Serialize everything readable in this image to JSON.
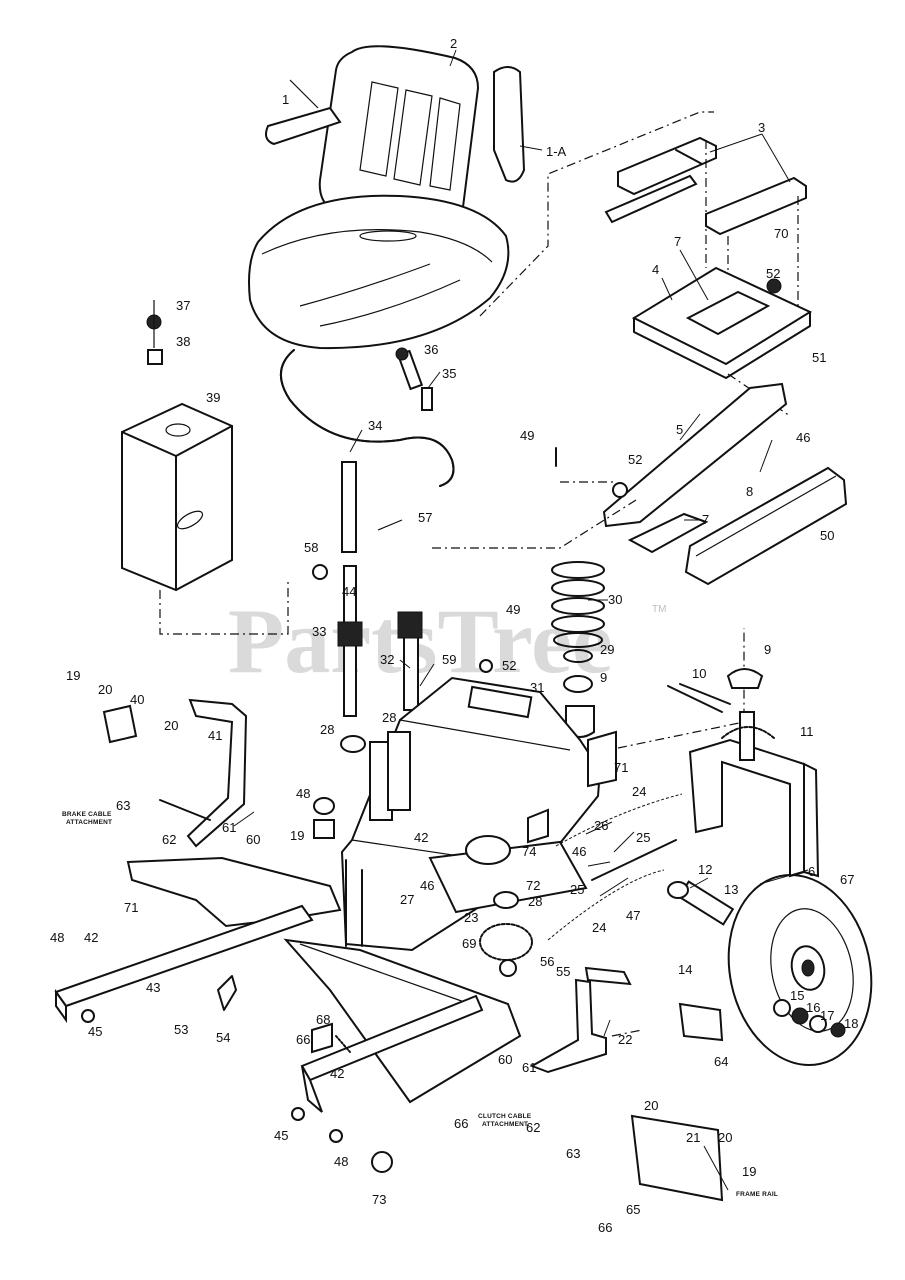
{
  "watermark": {
    "text": "PartsTree",
    "trademark": "TM"
  },
  "notes": {
    "brake_cable": [
      "BRAKE CABLE",
      "ATTACHMENT"
    ],
    "clutch_cable": [
      "CLUTCH CABLE",
      "ATTACHMENT."
    ],
    "frame_rail": "FRAME RAIL"
  },
  "callouts": {
    "c1": "1",
    "c1a": "1-A",
    "c2": "2",
    "c3": "3",
    "c4": "4",
    "c5": "5",
    "c6": "6",
    "c7a": "7",
    "c7b": "7",
    "c8": "8",
    "c9a": "9",
    "c9b": "9",
    "c10": "10",
    "c11": "11",
    "c12": "12",
    "c13": "13",
    "c14": "14",
    "c15": "15",
    "c16": "16",
    "c17": "17",
    "c18": "18",
    "c19a": "19",
    "c19b": "19",
    "c19c": "19",
    "c20a": "20",
    "c20b": "20",
    "c20c": "20",
    "c20d": "20",
    "c21": "21",
    "c22": "22",
    "c23": "23",
    "c24a": "24",
    "c24b": "24",
    "c25a": "25",
    "c25b": "25",
    "c26": "26",
    "c27": "27",
    "c28a": "28",
    "c28b": "28",
    "c28c": "28",
    "c29": "29",
    "c30": "30",
    "c31": "31",
    "c32": "32",
    "c33": "33",
    "c34": "34",
    "c35": "35",
    "c36": "36",
    "c37": "37",
    "c38": "38",
    "c39": "39",
    "c40": "40",
    "c41": "41",
    "c42a": "42",
    "c42b": "42",
    "c42c": "42",
    "c43": "43",
    "c44": "44",
    "c45a": "45",
    "c45b": "45",
    "c46a": "46",
    "c46b": "46",
    "c46c": "46",
    "c47": "47",
    "c48a": "48",
    "c48b": "48",
    "c48c": "48",
    "c49a": "49",
    "c49b": "49",
    "c50": "50",
    "c51": "51",
    "c52a": "52",
    "c52b": "52",
    "c52c": "52",
    "c53": "53",
    "c54": "54",
    "c55": "55",
    "c56": "56",
    "c57": "57",
    "c58": "58",
    "c59": "59",
    "c60a": "60",
    "c60b": "60",
    "c61a": "61",
    "c61b": "61",
    "c62a": "62",
    "c62b": "62",
    "c63a": "63",
    "c63b": "63",
    "c64": "64",
    "c65": "65",
    "c66a": "66",
    "c66b": "66",
    "c66c": "66",
    "c67": "67",
    "c68": "68",
    "c69": "69",
    "c70": "70",
    "c71a": "71",
    "c71b": "71",
    "c72": "72",
    "c73": "73",
    "c74": "74"
  }
}
